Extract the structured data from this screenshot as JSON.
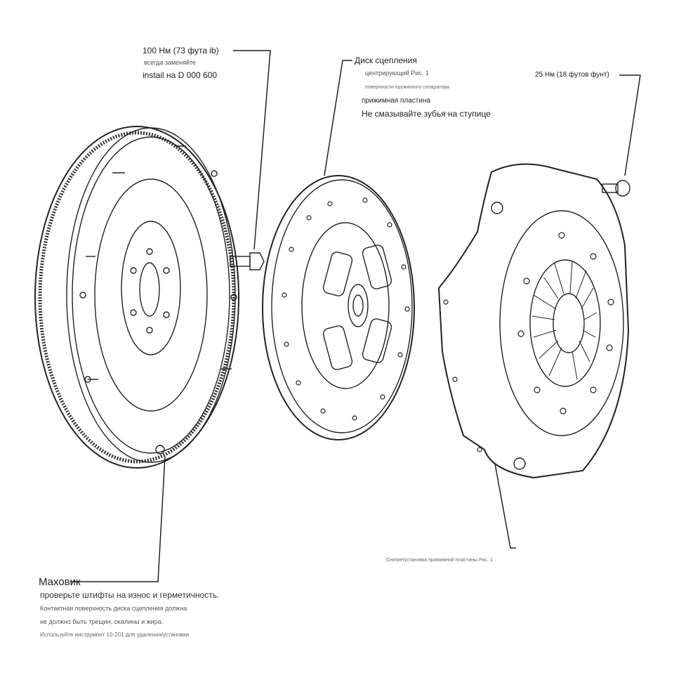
{
  "flywheel_bolt": {
    "torque": "100 Нм (73 фута ib)",
    "note1": "всегда заменяйте",
    "note2": "instail на D 000 600"
  },
  "clutch_disc": {
    "title": "Диск сцепления",
    "line1": "центрирующий Рис. 1",
    "line2": "поверхности пружинного сепаратора",
    "line3": "прижимная пластина",
    "line4": "Не смазывайте зубья на ступице"
  },
  "pressure_plate_bolt": {
    "torque": "25 Нм (18 футов фунт)"
  },
  "pressure_plate": {
    "caption": "Снятие/установка прижимной пластины Рис. 1"
  },
  "flywheel": {
    "title": "Маховик",
    "line1": "проверьте штифты на износ и герметичность.",
    "line2": "Контактная поверхность диска сцепления должна",
    "line3": "не должно быть трещин, окалины и жира.",
    "line4": "Используйте инструмент 10-201 для удаления/установки"
  }
}
